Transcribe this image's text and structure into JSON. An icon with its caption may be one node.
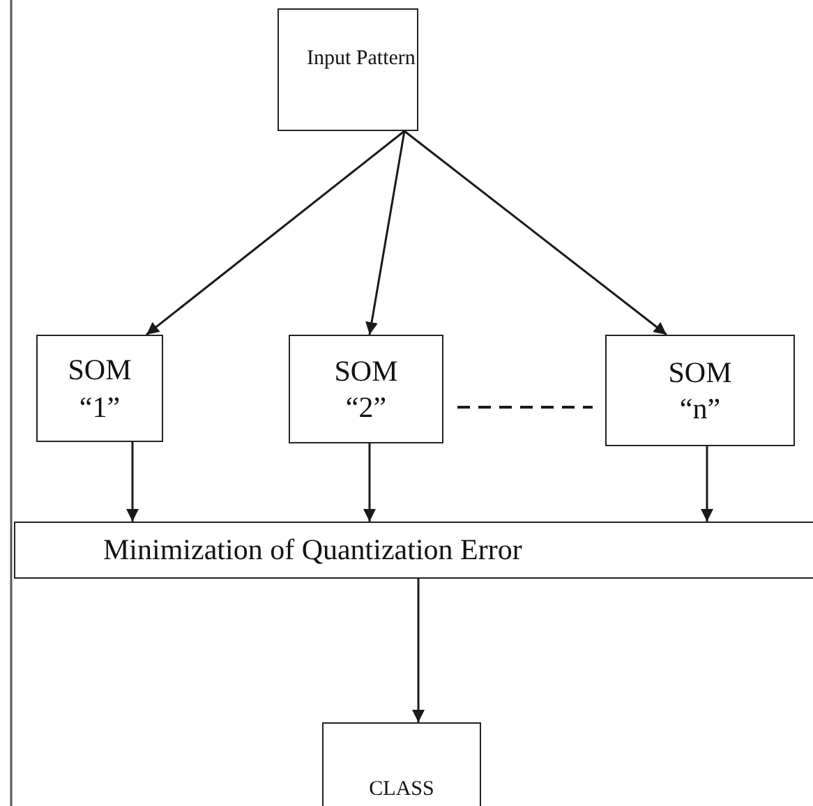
{
  "diagram": {
    "nodes": [
      {
        "text": [
          "Input Pattern"
        ]
      },
      {
        "text": [
          "SOM “1”"
        ]
      },
      {
        "text": [
          "SOM “2”"
        ]
      },
      {
        "text": [
          "SOM “n”"
        ]
      },
      {
        "text": [
          "Minimization of Quantization Error"
        ]
      },
      {
        "text": [
          "CLASS"
        ]
      }
    ],
    "edges": [
      {
        "from": 0,
        "to": 1,
        "arrow": "to"
      },
      {
        "from": 0,
        "to": 2,
        "arrow": "to"
      },
      {
        "from": 0,
        "to": 3,
        "arrow": "to"
      },
      {
        "from": 2,
        "to": 3,
        "arrow": "none",
        "style": "dashed"
      },
      {
        "from": 1,
        "to": 4,
        "arrow": "to"
      },
      {
        "from": 2,
        "to": 4,
        "arrow": "to"
      },
      {
        "from": 3,
        "to": 4,
        "arrow": "to"
      },
      {
        "from": 4,
        "to": 5,
        "arrow": "to"
      }
    ]
  }
}
